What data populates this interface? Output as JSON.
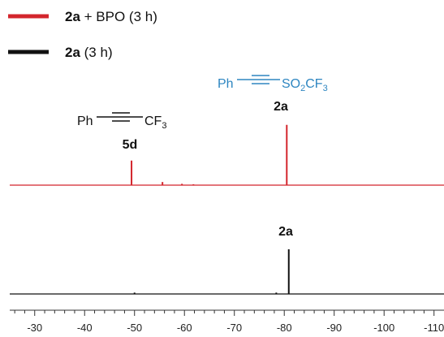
{
  "chart_data": {
    "type": "line",
    "title": "",
    "xlabel": "",
    "ylabel": "",
    "xlim": [
      -25,
      -112
    ],
    "x_reversed": true,
    "x_ticks": [
      -30,
      -40,
      -50,
      -60,
      -70,
      -80,
      -90,
      -100,
      -110
    ],
    "x_tick_labels": [
      "-30",
      "-40",
      "-50",
      "-60",
      "-70",
      "-80",
      "-90",
      "-100",
      "-110"
    ],
    "grid": false,
    "legend_position": "top-left",
    "legend": [
      {
        "bold": "2a",
        "rest": " + BPO (3 h)",
        "color": "#d3252c"
      },
      {
        "bold": "2a",
        "rest": " (3 h)",
        "color": "#111111"
      }
    ],
    "series": [
      {
        "color": "#d3252c",
        "peaks": [
          {
            "x": -49.4,
            "height": 0.55
          },
          {
            "x": -55.6,
            "height": 0.07
          },
          {
            "x": -59.5,
            "height": 0.03
          },
          {
            "x": -61.8,
            "height": 0.02
          },
          {
            "x": -80.5,
            "height": 1.35
          }
        ]
      },
      {
        "color": "#111111",
        "peaks": [
          {
            "x": -50.0,
            "height": 0.03
          },
          {
            "x": -78.4,
            "height": 0.03
          },
          {
            "x": -80.9,
            "height": 1.0
          }
        ]
      }
    ],
    "annotations": {
      "red_2a": {
        "label": "2a",
        "color": "#2e86c1",
        "structure": {
          "left": "Ph",
          "right_main": "SO",
          "sub1": "2",
          "mid": "CF",
          "sub2": "3"
        }
      },
      "red_5d": {
        "label": "5d",
        "color": "#111111",
        "structure": {
          "left": "Ph",
          "right_main": "CF",
          "sub1": "3"
        }
      },
      "black_2a": {
        "label": "2a"
      }
    }
  }
}
